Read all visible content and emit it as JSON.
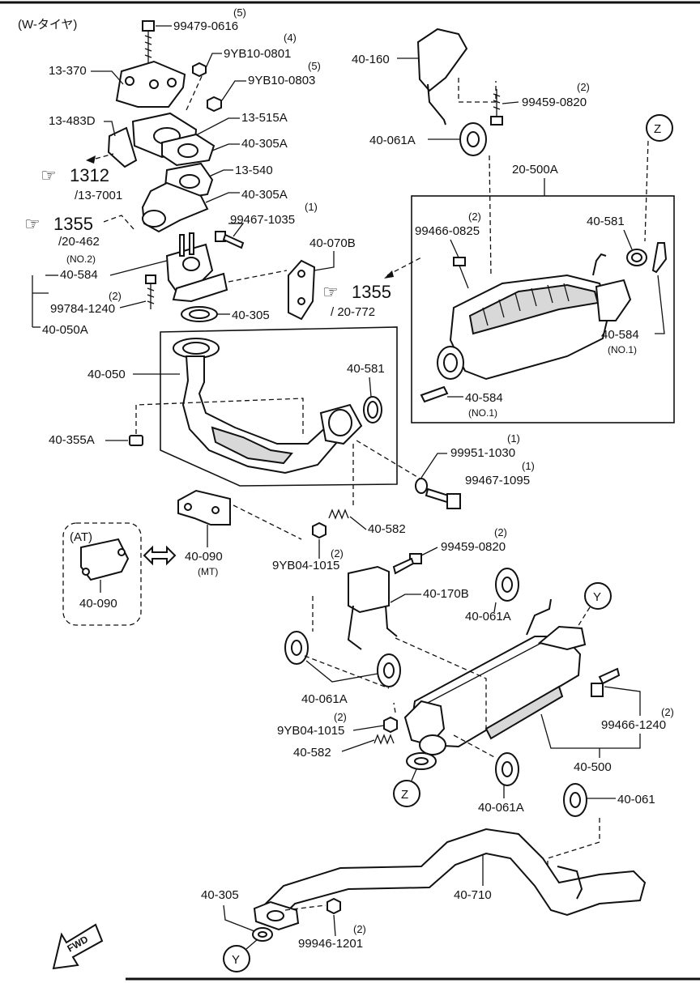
{
  "header": {
    "variant": "(W-タイヤ)"
  },
  "parts": {
    "bolt_99479": {
      "num": "99479-0616",
      "qty": "(5)"
    },
    "nut_9yb10_0801": {
      "num": "9YB10-0801",
      "qty": "(4)"
    },
    "nut_9yb10_0803": {
      "num": "9YB10-0803",
      "qty": "(5)"
    },
    "p13_370": "13-370",
    "p13_483d": "13-483D",
    "p13_515a": "13-515A",
    "p40_305a_1": "40-305A",
    "p13_540": "13-540",
    "p40_305a_2": "40-305A",
    "bolt_99467_1035": {
      "num": "99467-1035",
      "qty": "(1)"
    },
    "p40_070b": "40-070B",
    "p40_584_no2": {
      "num": "40-584",
      "note": "(NO.2)"
    },
    "bolt_99784": {
      "num": "99784-1240",
      "qty": "(2)"
    },
    "p40_050a": "40-050A",
    "p40_305": "40-305",
    "p40_050": "40-050",
    "p40_581_lower": "40-581",
    "p40_355a": "40-355A",
    "p40_160": "40-160",
    "bolt_99459_0820_top": {
      "num": "99459-0820",
      "qty": "(2)"
    },
    "p40_061a_top": "40-061A",
    "p20_500a": "20-500A",
    "bolt_99466_0825": {
      "num": "99466-0825",
      "qty": "(2)"
    },
    "p40_581_upper": "40-581",
    "p40_584_no1_upper": {
      "num": "40-584",
      "note": "(NO.1)"
    },
    "p40_584_no1_lower": {
      "num": "40-584",
      "note": "(NO.1)"
    },
    "washer_99951": {
      "num": "99951-1030",
      "qty": "(1)"
    },
    "bolt_99467_1095": {
      "num": "99467-1095",
      "qty": "(1)"
    },
    "p40_582_upper": "40-582",
    "nut_9yb04_upper": {
      "num": "9YB04-1015",
      "qty": "(2)"
    },
    "p40_090_mt": {
      "num": "40-090",
      "note": "(MT)"
    },
    "at_box": {
      "title": "(AT)",
      "num": "40-090"
    },
    "bolt_99459_0820_mid": {
      "num": "99459-0820",
      "qty": "(2)"
    },
    "p40_170b": "40-170B",
    "p40_061a_mid": "40-061A",
    "p40_061a_left": "40-061A",
    "nut_9yb04_lower": {
      "num": "9YB04-1015",
      "qty": "(2)"
    },
    "p40_582_lower": "40-582",
    "bolt_99466_1240": {
      "num": "99466-1240",
      "qty": "(2)"
    },
    "p40_500": "40-500",
    "p40_061a_bottom": "40-061A",
    "p40_061": "40-061",
    "p40_710": "40-710",
    "p40_305_bottom": "40-305",
    "nut_99946": {
      "num": "99946-1201",
      "qty": "(2)"
    }
  },
  "references": {
    "ref_1312": {
      "page": "1312",
      "sub": "/13-7001"
    },
    "ref_1355_a": {
      "page": "1355",
      "sub": "/20-462"
    },
    "ref_1355_b": {
      "page": "1355",
      "sub": "/ 20-772"
    }
  },
  "markers": {
    "z_top": "Z",
    "z_bottom": "Z",
    "y_right": "Y",
    "y_bottom": "Y"
  },
  "fwd": "FWD"
}
